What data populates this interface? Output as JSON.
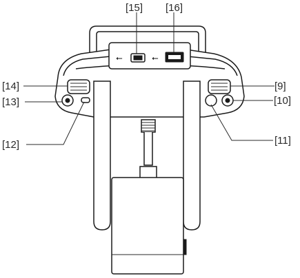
{
  "callouts": {
    "c9": "[9]",
    "c10": "[10]",
    "c11": "[11]",
    "c12": "[12]",
    "c13": "[13]",
    "c14": "[14]",
    "c15": "[15]",
    "c16": "[16]"
  },
  "colors": {
    "ink": "#1a1a1a",
    "paper": "#ffffff",
    "leader": "#2a2a2a"
  },
  "icons": [
    "usb-symbol-icon",
    "usb-symbol-icon"
  ]
}
